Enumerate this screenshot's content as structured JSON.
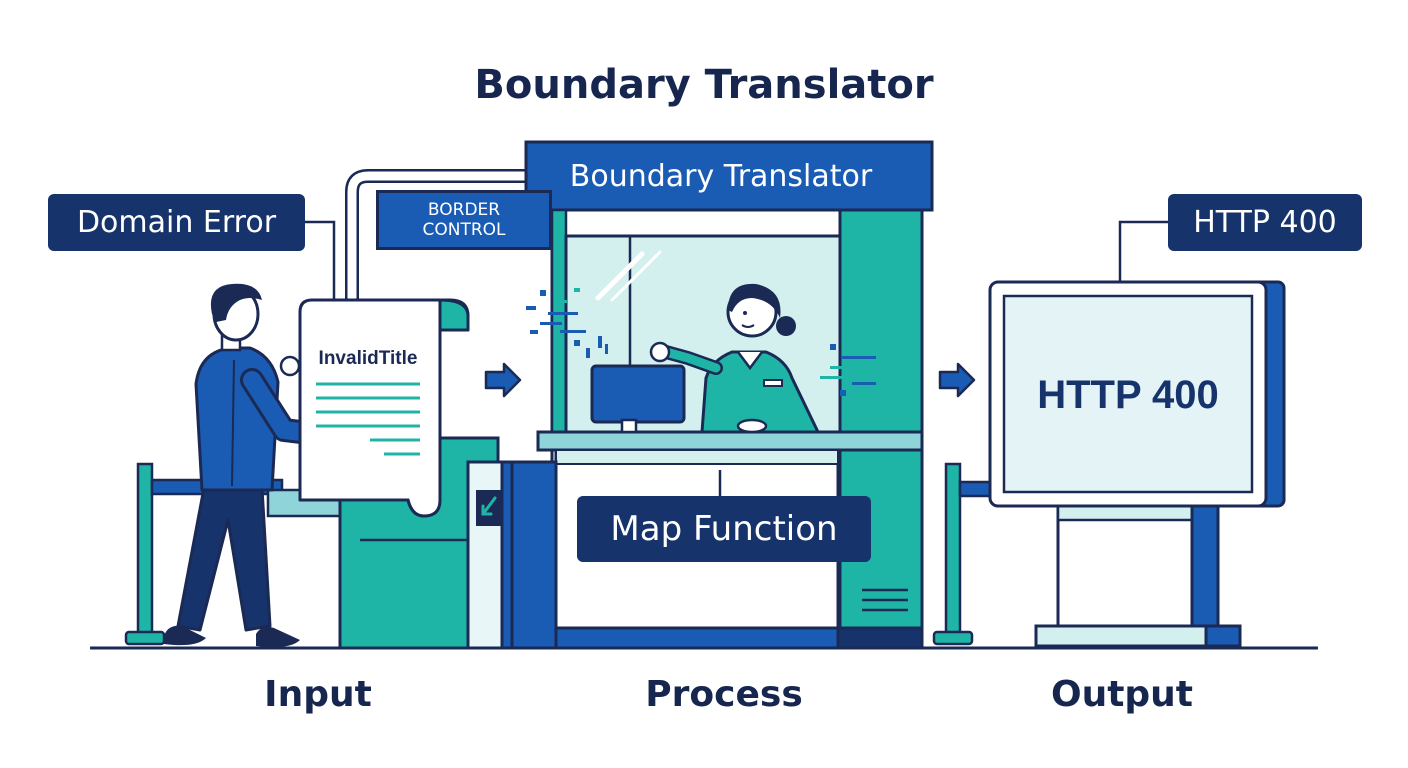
{
  "title": "Boundary Translator",
  "labels": {
    "domain_error": "Domain Error",
    "booth_sign": "Boundary Translator",
    "border_control": "BORDER\nCONTROL",
    "invalid_title": "InvalidTitle",
    "map_function": "Map Function",
    "http_tag": "HTTP 400",
    "http_screen": "HTTP 400"
  },
  "captions": {
    "input": "Input",
    "process": "Process",
    "output": "Output"
  },
  "colors": {
    "navy": "#17336b",
    "blue": "#1a5bb4",
    "teal": "#1fb5a6",
    "light_teal": "#d3f0ee",
    "screen_bg": "#e3f3f6",
    "outline": "#1b2a55"
  }
}
